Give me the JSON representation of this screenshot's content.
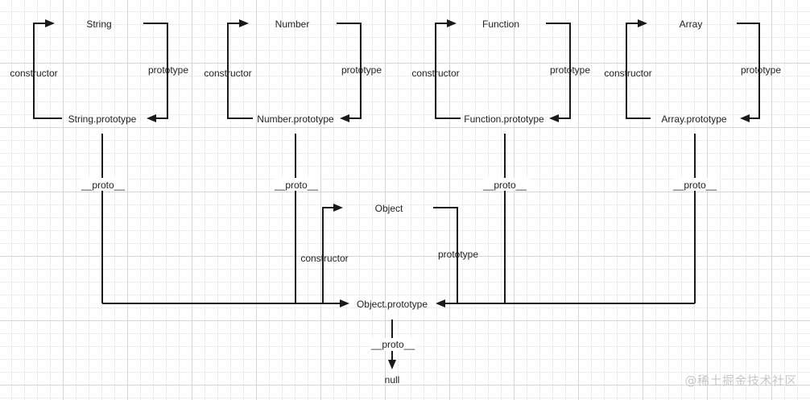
{
  "nodes": {
    "string": "String",
    "string_prototype": "String.prototype",
    "number": "Number",
    "number_prototype": "Number.prototype",
    "function": "Function",
    "function_prototype": "Function.prototype",
    "array": "Array",
    "array_prototype": "Array.prototype",
    "object": "Object",
    "object_prototype": "Object.prototype",
    "null": "null"
  },
  "edges": {
    "constructor": "constructor",
    "prototype": "prototype",
    "proto": "__proto__"
  },
  "watermark": "@稀土掘金技术社区",
  "colors": {
    "line": "#1a1a1a",
    "text": "#222222"
  }
}
